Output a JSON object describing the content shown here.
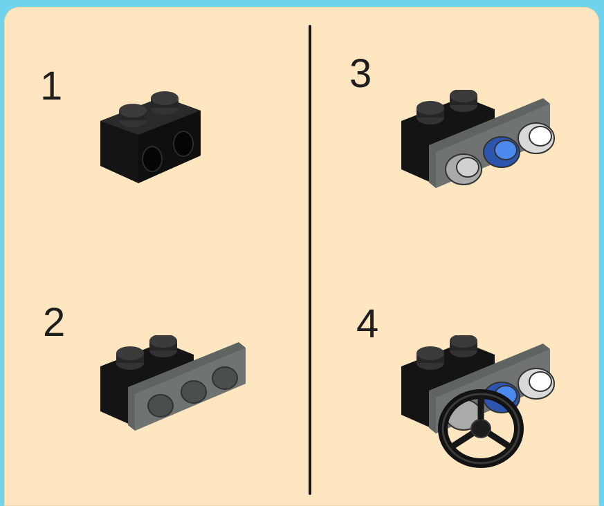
{
  "steps": [
    {
      "number": "1",
      "illustration": "black-bracket-brick-icon"
    },
    {
      "number": "2",
      "illustration": "brick-with-gray-plate-icon"
    },
    {
      "number": "3",
      "illustration": "plate-with-colored-studs-icon"
    },
    {
      "number": "4",
      "illustration": "assembly-with-steering-wheel-icon"
    }
  ],
  "colors": {
    "background": "#6fd3ee",
    "panel": "#fde6c0",
    "divider": "#141414",
    "black_brick": "#1b1b1b",
    "gray_plate": "#6f7472",
    "blue_stud": "#3a73d9",
    "white_stud": "#f4f4f4",
    "light_gray_stud": "#bfc1bf"
  }
}
